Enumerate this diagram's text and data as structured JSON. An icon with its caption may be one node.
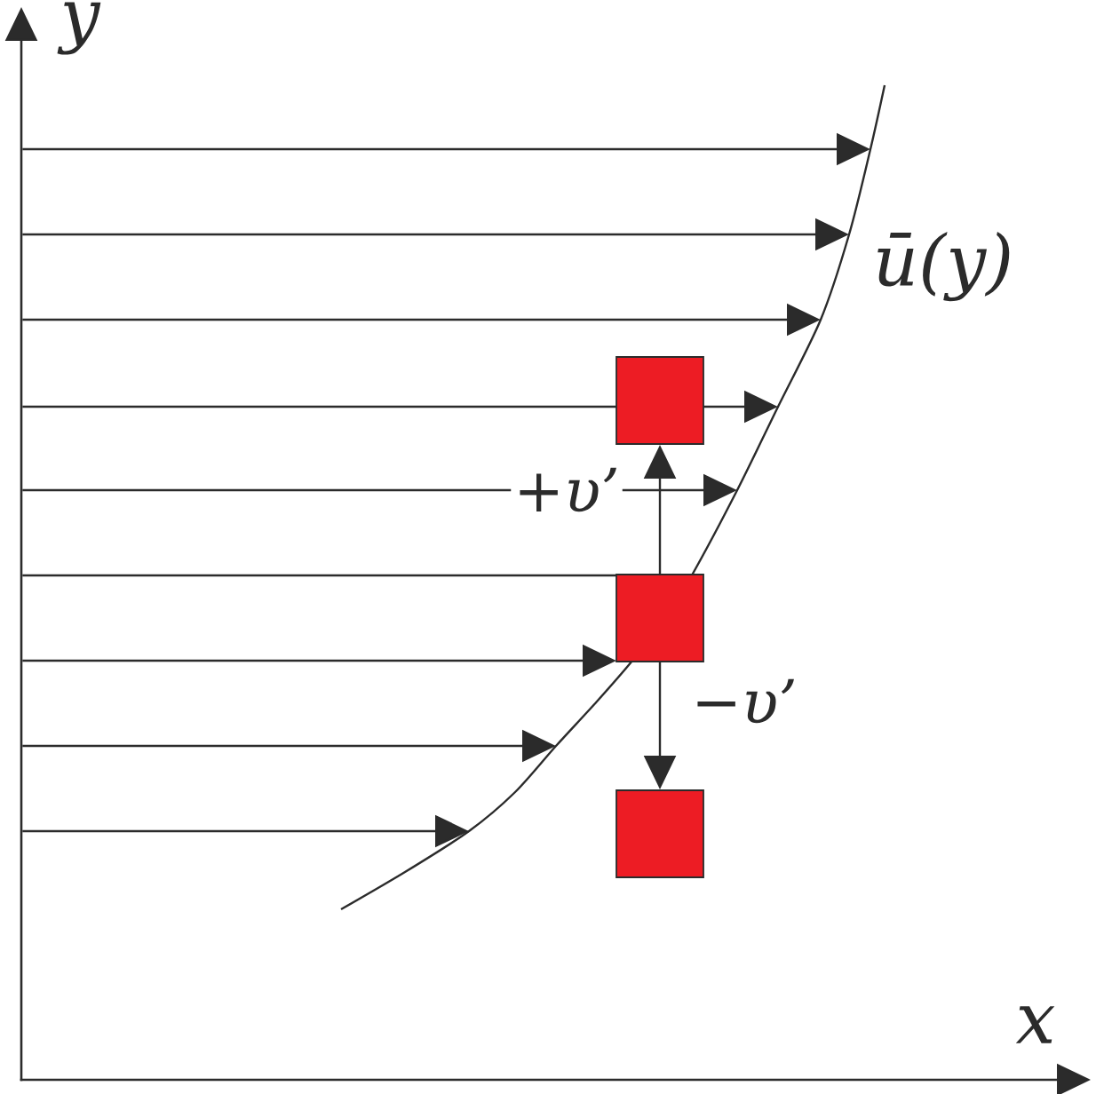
{
  "diagram": {
    "nodes": [
      {
        "text": [],
        "shape": "box"
      },
      {
        "text": [],
        "shape": "box"
      },
      {
        "text": [],
        "shape": "box"
      }
    ],
    "edges": [
      {
        "from": 1,
        "to": 0,
        "arrow": "to",
        "label": "+υ’"
      },
      {
        "from": 1,
        "to": 2,
        "arrow": "to",
        "label": "−υ’"
      }
    ],
    "labels": [
      "y",
      "ū(y)",
      "x"
    ]
  }
}
